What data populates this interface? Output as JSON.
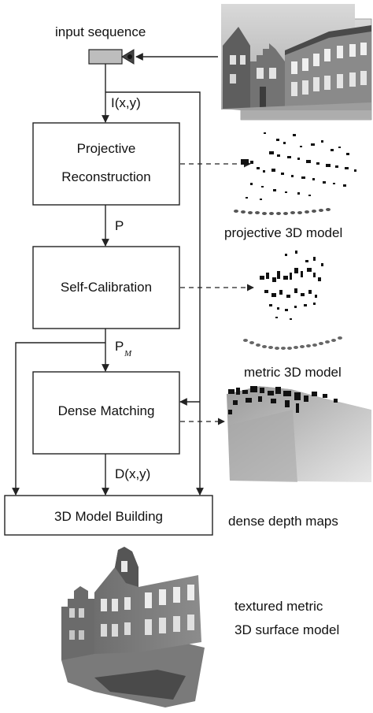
{
  "input_label": "input sequence",
  "boxes": {
    "projective": [
      "Projective",
      "Reconstruction"
    ],
    "selfcal": "Self-Calibration",
    "dense": "Dense Matching",
    "model": "3D Model Building"
  },
  "signals": {
    "ixy": "I(x,y)",
    "p": "P",
    "pm_main": "P",
    "pm_sub": "M",
    "dxy": "D(x,y)"
  },
  "captions": {
    "projective_model": "projective 3D model",
    "metric_model": "metric 3D model",
    "depth_maps": "dense depth maps",
    "textured": [
      "textured metric",
      "3D surface model"
    ]
  }
}
